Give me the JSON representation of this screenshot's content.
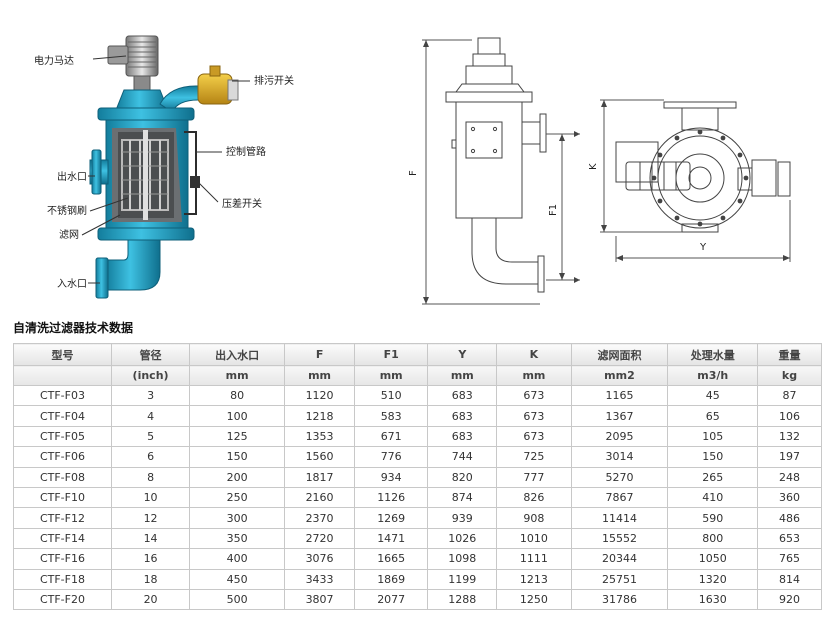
{
  "figure": {
    "labels": {
      "motor": "电力马达",
      "drain_switch": "排污开关",
      "control_pipe": "控制管路",
      "outlet": "出水口",
      "diff_pressure_switch": "压差开关",
      "brush": "不锈钢刷",
      "screen": "滤网",
      "inlet": "入水口"
    },
    "dims": {
      "f": "F",
      "f1": "F1",
      "k": "K",
      "y": "Y"
    }
  },
  "section_title": "自清洗过滤器技术数据",
  "table": {
    "headers": [
      "型号",
      "管径",
      "出入水口",
      "F",
      "F1",
      "Y",
      "K",
      "滤网面积",
      "处理水量",
      "重量"
    ],
    "units": [
      "",
      "(inch)",
      "mm",
      "mm",
      "mm",
      "mm",
      "mm",
      "mm2",
      "m3/h",
      "kg"
    ],
    "rows": [
      [
        "CTF-F03",
        "3",
        "80",
        "1120",
        "510",
        "683",
        "673",
        "1165",
        "45",
        "87"
      ],
      [
        "CTF-F04",
        "4",
        "100",
        "1218",
        "583",
        "683",
        "673",
        "1367",
        "65",
        "106"
      ],
      [
        "CTF-F05",
        "5",
        "125",
        "1353",
        "671",
        "683",
        "673",
        "2095",
        "105",
        "132"
      ],
      [
        "CTF-F06",
        "6",
        "150",
        "1560",
        "776",
        "744",
        "725",
        "3014",
        "150",
        "197"
      ],
      [
        "CTF-F08",
        "8",
        "200",
        "1817",
        "934",
        "820",
        "777",
        "5270",
        "265",
        "248"
      ],
      [
        "CTF-F10",
        "10",
        "250",
        "2160",
        "1126",
        "874",
        "826",
        "7867",
        "410",
        "360"
      ],
      [
        "CTF-F12",
        "12",
        "300",
        "2370",
        "1269",
        "939",
        "908",
        "11414",
        "590",
        "486"
      ],
      [
        "CTF-F14",
        "14",
        "350",
        "2720",
        "1471",
        "1026",
        "1010",
        "15552",
        "800",
        "653"
      ],
      [
        "CTF-F16",
        "16",
        "400",
        "3076",
        "1665",
        "1098",
        "1111",
        "20344",
        "1050",
        "765"
      ],
      [
        "CTF-F18",
        "18",
        "450",
        "3433",
        "1869",
        "1199",
        "1213",
        "25751",
        "1320",
        "814"
      ],
      [
        "CTF-F20",
        "20",
        "500",
        "3807",
        "2077",
        "1288",
        "1250",
        "31786",
        "1630",
        "920"
      ]
    ]
  }
}
